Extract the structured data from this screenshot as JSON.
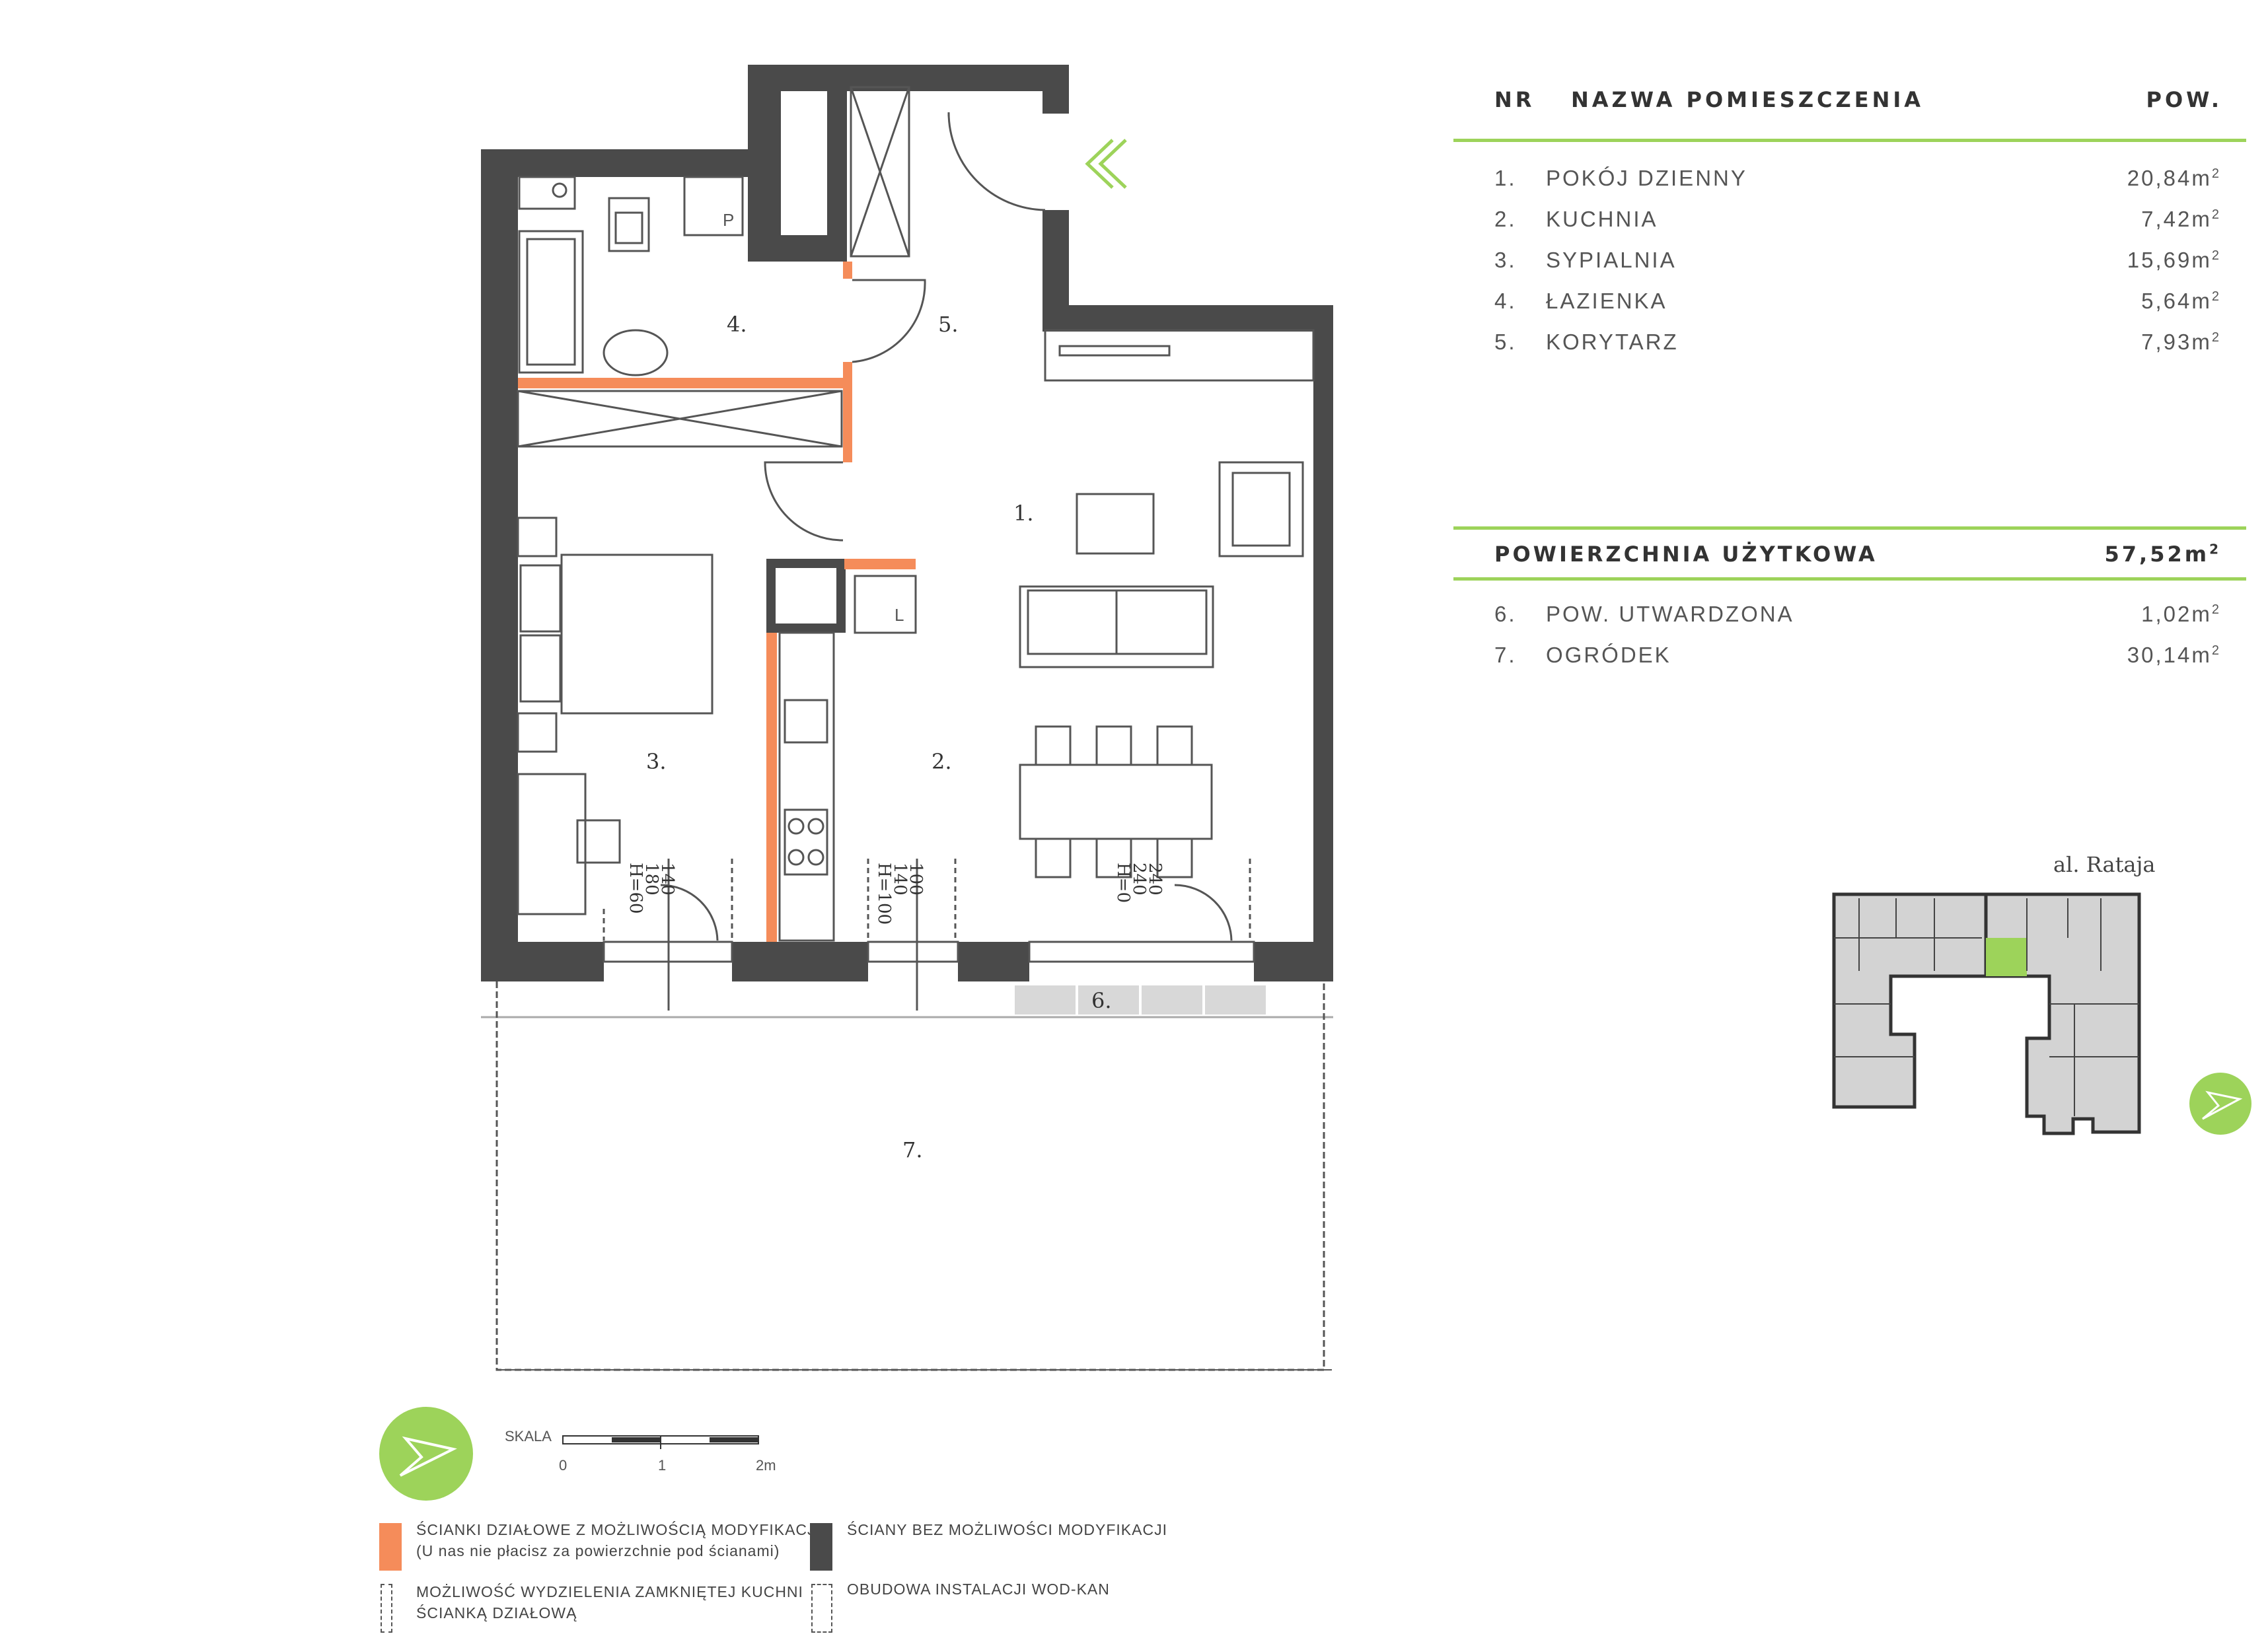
{
  "table": {
    "header": {
      "nr": "NR",
      "name": "NAZWA POMIESZCZENIA",
      "area": "POW."
    },
    "rooms": [
      {
        "nr": "1.",
        "name": "POKÓJ DZIENNY",
        "area": "20,84m",
        "unit_exp": "2"
      },
      {
        "nr": "2.",
        "name": "KUCHNIA",
        "area": "7,42m",
        "unit_exp": "2"
      },
      {
        "nr": "3.",
        "name": "SYPIALNIA",
        "area": "15,69m",
        "unit_exp": "2"
      },
      {
        "nr": "4.",
        "name": "ŁAZIENKA",
        "area": "5,64m",
        "unit_exp": "2"
      },
      {
        "nr": "5.",
        "name": "KORYTARZ",
        "area": "7,93m",
        "unit_exp": "2"
      }
    ],
    "total": {
      "label": "POWIERZCHNIA UŻYTKOWA",
      "area": "57,52m",
      "unit_exp": "2"
    },
    "extras": [
      {
        "nr": "6.",
        "name": "POW. UTWARDZONA",
        "area": "1,02m",
        "unit_exp": "2"
      },
      {
        "nr": "7.",
        "name": "OGRÓDEK",
        "area": "30,14m",
        "unit_exp": "2"
      }
    ]
  },
  "plan": {
    "room_numbers": [
      "1.",
      "2.",
      "3.",
      "4.",
      "5.",
      "6.",
      "7."
    ],
    "fixture_labels": {
      "washer": "P",
      "fridge": "L"
    },
    "window_dims": [
      {
        "w": "140",
        "h": "180",
        "sill": "H=60"
      },
      {
        "w": "100",
        "h": "140",
        "sill": "H=100"
      },
      {
        "w": "240",
        "h": "240",
        "sill": "H=0"
      }
    ]
  },
  "site": {
    "street": "al. Rataja"
  },
  "scale": {
    "title": "SKALA",
    "ticks": [
      "0",
      "1",
      "2m"
    ]
  },
  "legend": {
    "orange_line1": "ŚCIANKI DZIAŁOWE Z MOŻLIWOŚCIĄ MODYFIKACJI",
    "orange_line2": "(U nas nie płacisz za powierzchnie pod ścianami)",
    "dark": "ŚCIANY BEZ MOŻLIWOŚCI MODYFIKACJI",
    "dashed_line1": "MOŻLIWOŚĆ WYDZIELENIA ZAMKNIĘTEJ KUCHNI",
    "dashed_line2": "ŚCIANKĄ DZIAŁOWĄ",
    "dashed2": "OBUDOWA INSTALACJI WOD-KAN"
  },
  "colors": {
    "wall": "#4a4a4a",
    "modifiable_wall": "#f58c5a",
    "accent_green": "#9dd35a",
    "terrace": "#d8d8d8"
  }
}
